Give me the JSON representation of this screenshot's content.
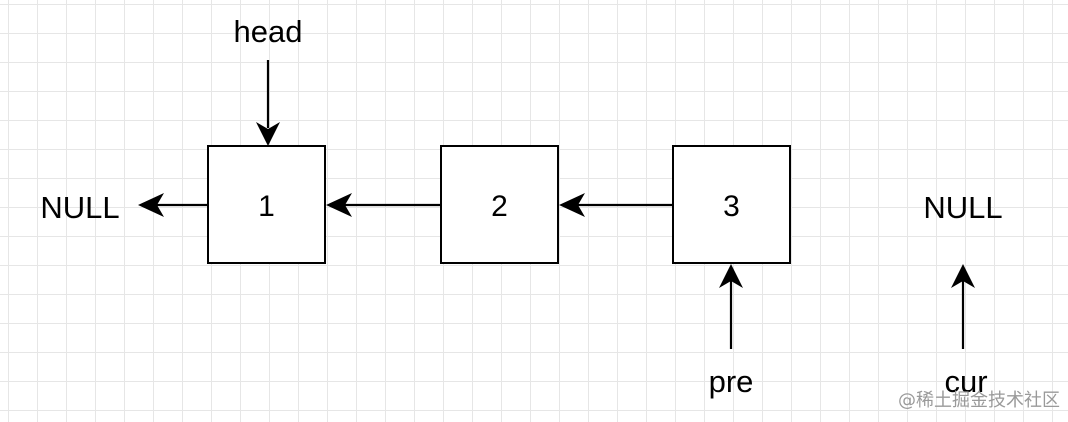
{
  "diagram": {
    "nodes": [
      {
        "id": "node-1",
        "label": "1"
      },
      {
        "id": "node-2",
        "label": "2"
      },
      {
        "id": "node-3",
        "label": "3"
      }
    ],
    "left_null": "NULL",
    "right_null": "NULL",
    "pointers": {
      "head": "head",
      "pre": "pre",
      "cur": "cur"
    },
    "colors": {
      "stroke": "#000000",
      "grid": "#e6e6e6",
      "background": "#ffffff",
      "watermark": "#9a9a9a"
    }
  },
  "watermark": "@稀土掘金技术社区"
}
